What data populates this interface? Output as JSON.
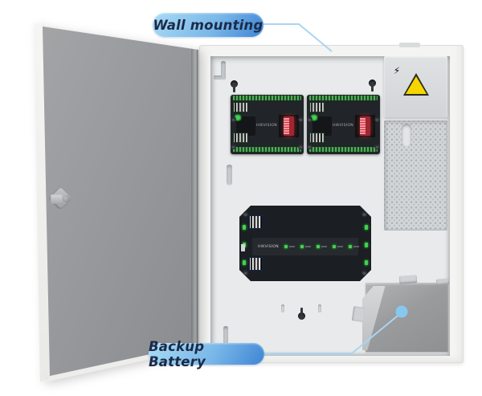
{
  "callouts": {
    "wall_mounting": {
      "label": "Wall mounting"
    },
    "backup_battery": {
      "label": "Backup Battery"
    }
  },
  "enclosure": {
    "brand": "HIKVISION",
    "icons": {
      "high_voltage_icon": "⚡"
    },
    "colors": {
      "callout_text": "#1c2a47",
      "callout_gradient_start": "#a8dbf5",
      "callout_gradient_end": "#3e84d4",
      "callout_line": "#aad5f1",
      "marker_dot": "#87c8f0",
      "terminal_green": "#4fae57",
      "terminal_blue": "#4a79df",
      "dip_switch_red": "#c23b46",
      "led_green": "#3ed44d",
      "warning_yellow": "#f7d600"
    }
  }
}
